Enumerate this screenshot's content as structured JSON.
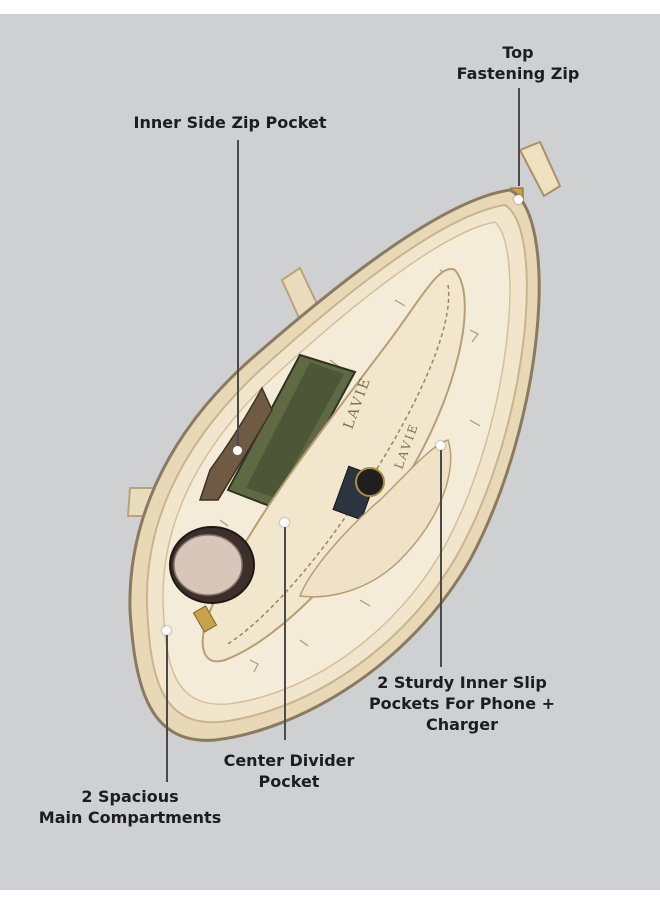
{
  "image": {
    "subject": "tote-bag-interior",
    "background_color": "#cfd0d2",
    "bag_color": "#efe3c8",
    "lining_color": "#f1ead8",
    "brand_print": "LAVIE"
  },
  "callouts": {
    "top_zip": {
      "line1": "Top",
      "line2": "Fastening Zip"
    },
    "side_zip": {
      "line1": "Inner Side Zip Pocket"
    },
    "slip_pockets": {
      "line1": "2 Sturdy Inner Slip",
      "line2": "Pockets For Phone +",
      "line3": "Charger"
    },
    "center_divider": {
      "line1": "Center Divider",
      "line2": "Pocket"
    },
    "main_compartments": {
      "line1": "2 Spacious",
      "line2": "Main Compartments"
    }
  }
}
